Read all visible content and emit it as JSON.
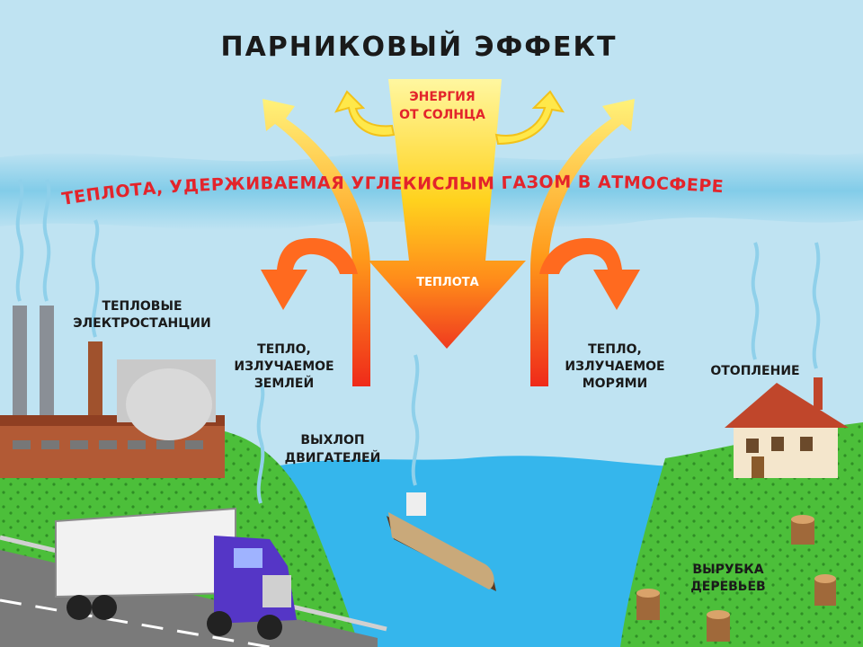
{
  "title": "ПАРНИКОВЫЙ ЭФФЕКТ",
  "sun_energy": [
    "ЭНЕРГИЯ",
    "ОТ СОЛНЦА"
  ],
  "atmosphere_band": "ТЕПЛОТА, УДЕРЖИВАЕМАЯ УГЛЕКИСЛЫМ ГАЗОМ В АТМОСФЕРЕ",
  "heat_label": "ТЕПЛОТА",
  "power_plants": [
    "ТЕПЛОВЫЕ",
    "ЭЛЕКТРОСТАНЦИИ"
  ],
  "earth_heat": [
    "ТЕПЛО,",
    "ИЗЛУЧАЕМОЕ",
    "ЗЕМЛЕЙ"
  ],
  "sea_heat": [
    "ТЕПЛО,",
    "ИЗЛУЧАЕМОЕ",
    "МОРЯМИ"
  ],
  "heating": "ОТОПЛЕНИЕ",
  "exhaust": [
    "ВЫХЛОП",
    "ДВИГАТЕЛЕЙ"
  ],
  "deforestation": [
    "ВЫРУБКА",
    "ДЕРЕВЬЕВ"
  ],
  "colors": {
    "sky": "#bfe3f2",
    "cloud_band": "#8fd0ea",
    "water": "#35b6ec",
    "grass": "#4cbf3a",
    "arrow_red": "#ef3a1f",
    "arrow_yellow": "#ffe84a",
    "label_red": "#e3242b"
  }
}
